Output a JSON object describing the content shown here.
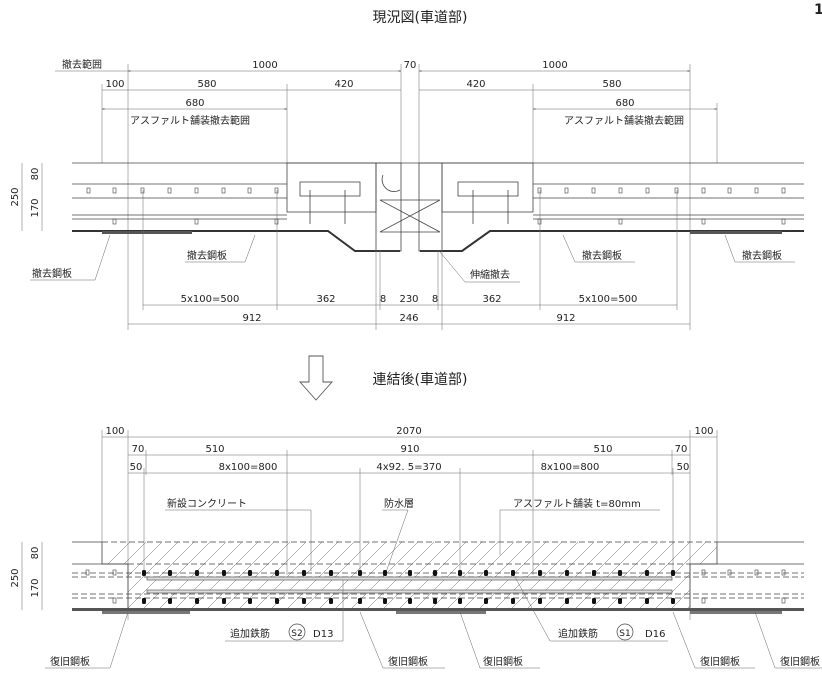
{
  "page_marker": "1",
  "existing": {
    "title": "現況図(車道部)",
    "dims_top": {
      "removal_range_label": "撤去範囲",
      "left_1000": "1000",
      "gap_70": "70",
      "right_1000": "1000",
      "left_100": "100",
      "left_580": "580",
      "left_420": "420",
      "right_420": "420",
      "right_580": "580",
      "left_680": "680",
      "right_680": "680",
      "asphalt_removal_left": "アスファルト舗装撤去範囲",
      "asphalt_removal_right": "アスファルト舗装撤去範囲"
    },
    "dims_side": {
      "total": "250",
      "upper": "80",
      "lower": "170"
    },
    "labels": {
      "removed_plate_1": "撤去鋼板",
      "removed_plate_2": "撤去鋼板",
      "removed_plate_3": "撤去鋼板",
      "removed_plate_4": "撤去鋼板",
      "expansion_removal": "伸縮撤去"
    },
    "dims_bottom": {
      "l_500": "5x100=500",
      "l_362": "362",
      "g_8a": "8",
      "g_230": "230",
      "g_8b": "8",
      "r_362": "362",
      "r_500": "5x100=500",
      "l_912": "912",
      "c_246": "246",
      "r_912": "912"
    }
  },
  "after": {
    "title": "連結後(車道部)",
    "dims_row1": {
      "l_100": "100",
      "total_2070": "2070",
      "r_100": "100"
    },
    "dims_row2": {
      "l_70": "70",
      "l_510": "510",
      "c_910": "910",
      "r_510": "510",
      "r_70": "70"
    },
    "dims_row3": {
      "l_50": "50",
      "l_800": "8x100=800",
      "c_370": "4x92. 5=370",
      "r_800": "8x100=800",
      "r_50": "50"
    },
    "dims_side": {
      "total": "250",
      "upper": "80",
      "lower": "170"
    },
    "labels": {
      "new_concrete": "新設コンクリート",
      "waterproof_layer": "防水層",
      "asphalt_pavement": "アスファルト舗装 t=80mm",
      "added_rebar_s2": "追加鉄筋",
      "s2_mark": "S2",
      "s2_size": "D13",
      "added_rebar_s1": "追加鉄筋",
      "s1_mark": "S1",
      "s1_size": "D16",
      "restored_plate_1": "復旧鋼板",
      "restored_plate_2": "復旧鋼板",
      "restored_plate_3": "復旧鋼板",
      "restored_plate_4": "復旧鋼板",
      "restored_plate_5": "復旧鋼板"
    }
  }
}
